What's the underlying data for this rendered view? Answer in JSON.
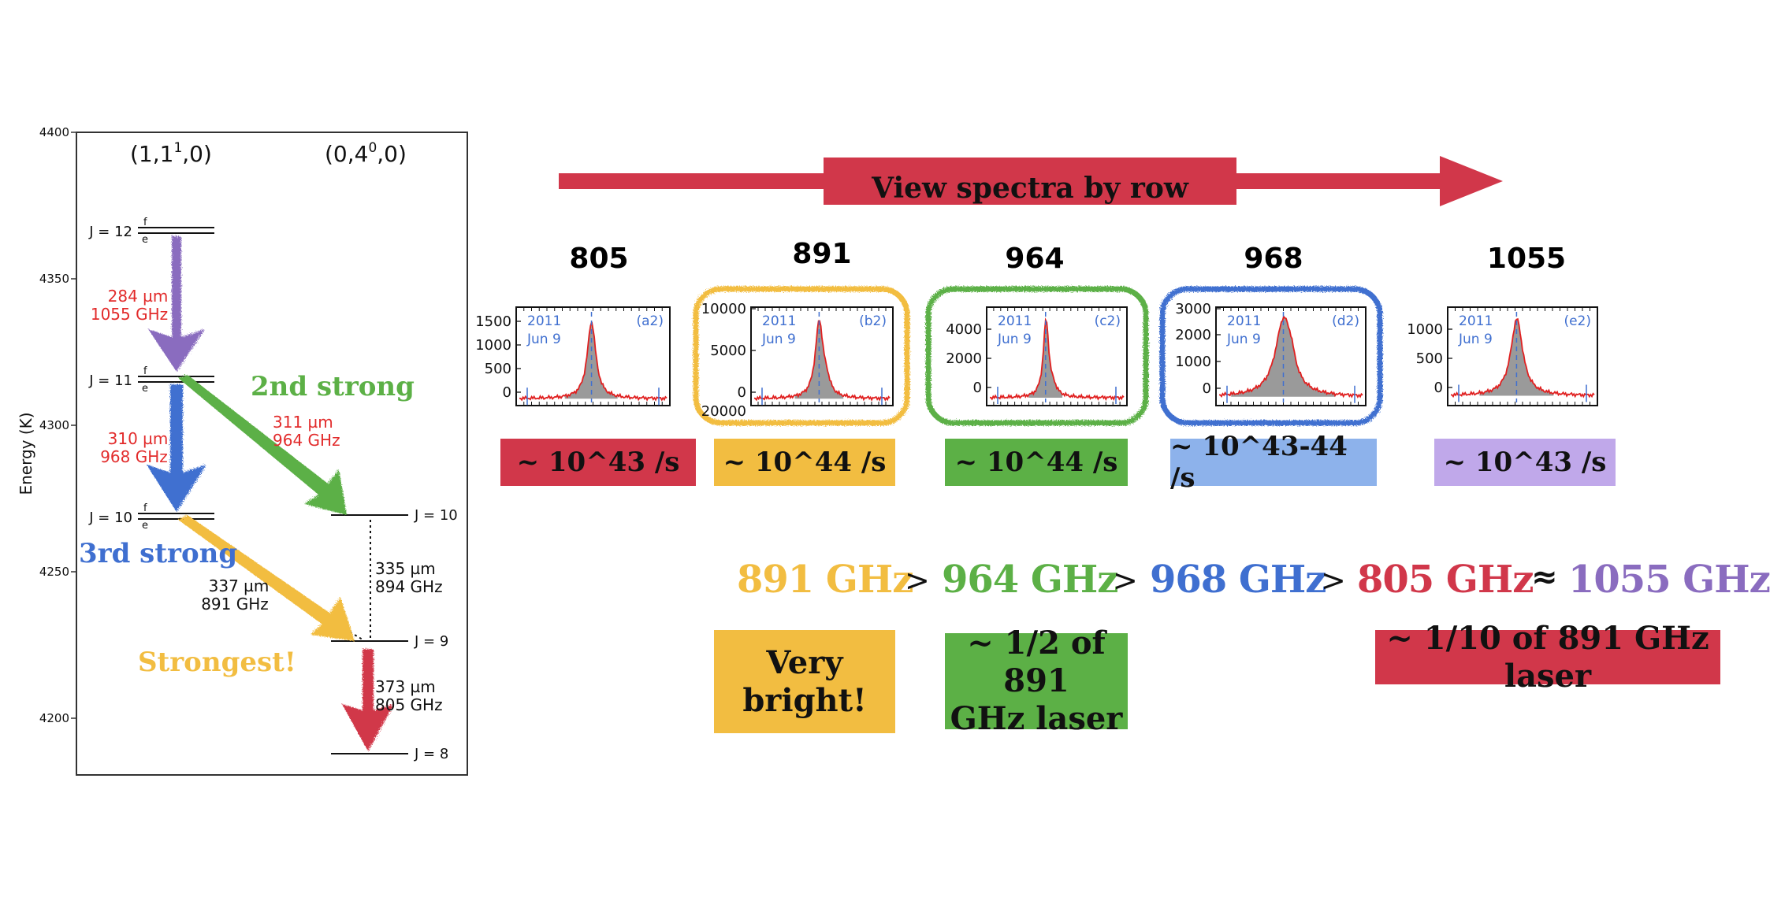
{
  "colors": {
    "red": "#d1374a",
    "yellow": "#f2bd41",
    "green": "#5cb046",
    "blue": "#3f6fd0",
    "purple": "#8a6cbf",
    "blue_light": "#8db2eb",
    "purple_light": "#c0a8ea",
    "axis_red": "#e22b2b"
  },
  "energy_diagram": {
    "y_axis_label": "Energy (K)",
    "y_ticks": [
      "4400",
      "4350",
      "4300",
      "4250",
      "4200"
    ],
    "state_left": "(1,1",
    "state_left_sup": "1",
    "state_left_end": ",0)",
    "state_right": "(0,4",
    "state_right_sup": "0",
    "state_right_end": ",0)",
    "levels": {
      "j12": "J = 12",
      "j11": "J = 11",
      "j10_left": "J = 10",
      "j10_right": "J = 10",
      "j9": "J = 9",
      "j8": "J = 8"
    },
    "parity_f": "f",
    "parity_e": "e",
    "transitions": {
      "t1055_um": "284 µm",
      "t1055_ghz": "1055 GHz",
      "t968_um": "310 µm",
      "t968_ghz": "968 GHz",
      "t964_um": "311 µm",
      "t964_ghz": "964 GHz",
      "t891_um": "337 µm",
      "t891_ghz": "891 GHz",
      "t894_um": "335 µm",
      "t894_ghz": "894 GHz",
      "t805_um": "373 µm",
      "t805_ghz": "805 GHz"
    },
    "annotations": {
      "second": "2nd strong",
      "third": "3rd strong",
      "strongest": "Strongest!"
    }
  },
  "banner": {
    "label": "View spectra by row"
  },
  "spectra": [
    {
      "freq": "805",
      "panel": "(a2)",
      "date1": "2011",
      "date2": "Jun 9",
      "yticks": [
        "1500",
        "1000",
        "500",
        "0"
      ],
      "rate": "~ 10^43 /s"
    },
    {
      "freq": "891",
      "panel": "(b2)",
      "date1": "2011",
      "date2": "Jun 9",
      "yticks": [
        "10000",
        "5000",
        "0"
      ],
      "ytick_cut": "20000",
      "rate": "~ 10^44 /s"
    },
    {
      "freq": "964",
      "panel": "(c2)",
      "date1": "2011",
      "date2": "Jun 9",
      "yticks": [
        "4000",
        "2000",
        "0"
      ],
      "rate": "~ 10^44 /s"
    },
    {
      "freq": "968",
      "panel": "(d2)",
      "date1": "2011",
      "date2": "Jun 9",
      "yticks": [
        "3000",
        "2000",
        "1000",
        "0"
      ],
      "rate": "~ 10^43-44 /s"
    },
    {
      "freq": "1055",
      "panel": "(e2)",
      "date1": "2011",
      "date2": "Jun 9",
      "yticks": [
        "1000",
        "500",
        "0"
      ],
      "rate": "~ 10^43 /s"
    }
  ],
  "comparison": {
    "f1": "891 GHz",
    "gt1": ">",
    "f2": "964 GHz",
    "gt2": ">",
    "f3": "968 GHz",
    "gt3": ">",
    "f4": "805 GHz",
    "approx": "≈",
    "f5": "1055 GHz"
  },
  "notes": {
    "very_bright_1": "Very",
    "very_bright_2": "bright!",
    "half_1": "~ 1/2 of 891",
    "half_2": "GHz laser",
    "tenth": "~ 1/10 of 891 GHz laser"
  }
}
